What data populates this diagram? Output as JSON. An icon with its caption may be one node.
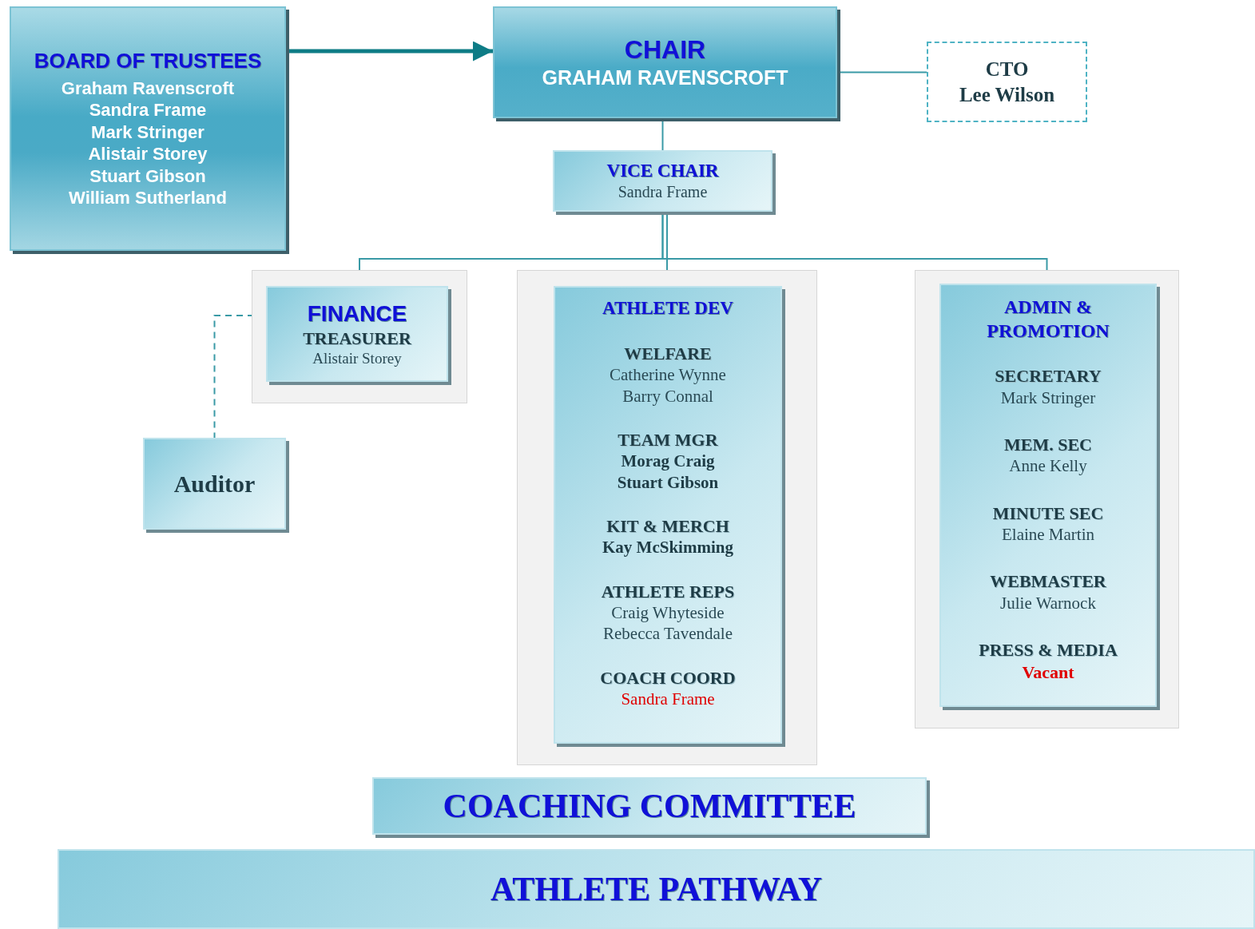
{
  "diagram": {
    "nodes": [
      {
        "text": [
          "BOARD OF TRUSTEES",
          "Graham Ravenscroft",
          "Sandra Frame",
          "Mark Stringer",
          "Alistair Storey",
          "Stuart Gibson",
          "William Sutherland"
        ]
      },
      {
        "text": [
          "CHAIR",
          "GRAHAM RAVENSCROFT"
        ]
      },
      {
        "text": [
          "CTO",
          "Lee Wilson"
        ]
      },
      {
        "text": [
          "VICE CHAIR",
          "Sandra Frame"
        ]
      },
      {
        "text": [],
        "shape": "box"
      },
      {
        "text": [
          "FINANCE",
          "TREASURER",
          "Alistair Storey"
        ],
        "in": 4
      },
      {
        "text": [
          "Auditor"
        ]
      },
      {
        "text": [],
        "shape": "box"
      },
      {
        "text": [
          "ATHLETE DEV",
          "WELFARE",
          "Catherine Wynne",
          "Barry Connal",
          "TEAM MGR",
          "Morag Craig",
          "Stuart Gibson",
          "KIT & MERCH",
          "Kay McSkimming",
          "ATHLETE REPS",
          "Craig Whyteside",
          "Rebecca Tavendale",
          "COACH COORD",
          "Sandra Frame"
        ],
        "in": 7
      },
      {
        "text": [],
        "shape": "box"
      },
      {
        "text": [
          "ADMIN & PROMOTION",
          "SECRETARY",
          "Mark Stringer",
          "MEM. SEC",
          "Anne Kelly",
          "MINUTE SEC",
          "Elaine Martin",
          "WEBMASTER",
          "Julie Warnock",
          "PRESS & MEDIA",
          "Vacant"
        ],
        "in": 9
      },
      {
        "text": [
          "COACHING COMMITTEE"
        ]
      },
      {
        "text": [
          "ATHLETE PATHWAY"
        ]
      }
    ],
    "edges": [
      {
        "from": 0,
        "to": 1,
        "arrow": "to",
        "style": "thick"
      },
      {
        "from": 1,
        "to": 2,
        "arrow": "none"
      },
      {
        "from": 1,
        "to": 3,
        "arrow": "none"
      },
      {
        "from": 3,
        "to": 4,
        "arrow": "none"
      },
      {
        "from": 3,
        "to": 7,
        "arrow": "none"
      },
      {
        "from": 3,
        "to": 9,
        "arrow": "none"
      },
      {
        "from": 5,
        "to": 6,
        "arrow": "none",
        "style": "dashed"
      }
    ]
  }
}
